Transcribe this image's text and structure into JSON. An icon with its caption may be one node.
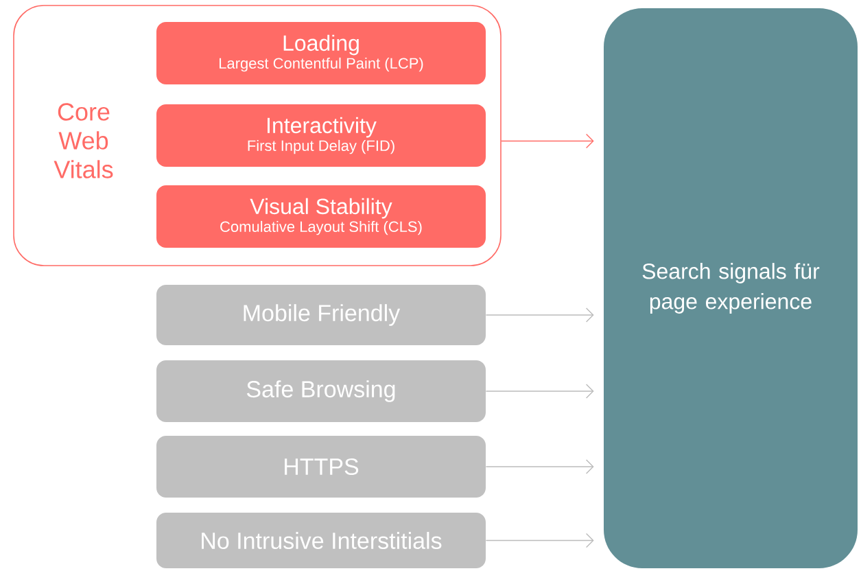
{
  "diagram": {
    "nodes": [
      {
        "text": [
          "Core Web Vitals"
        ]
      },
      {
        "text": [
          "Loading",
          "Largest Contentful Paint (LCP)"
        ],
        "in": 0
      },
      {
        "text": [
          "Interactivity",
          "First Input Delay (FID)"
        ],
        "in": 0
      },
      {
        "text": [
          "Visual Stability",
          "Comulative Layout Shift (CLS)"
        ],
        "in": 0
      },
      {
        "text": [
          "Mobile Friendly"
        ]
      },
      {
        "text": [
          "Safe Browsing"
        ]
      },
      {
        "text": [
          "HTTPS"
        ]
      },
      {
        "text": [
          "No Intrusive Interstitials"
        ]
      },
      {
        "text": [
          "Search signals für page experience"
        ]
      }
    ],
    "edges": [
      {
        "from": 0,
        "to": 8,
        "arrow": "to",
        "color": "#ff6b66"
      },
      {
        "from": 4,
        "to": 8,
        "arrow": "to"
      },
      {
        "from": 5,
        "to": 8,
        "arrow": "to"
      },
      {
        "from": 6,
        "to": 8,
        "arrow": "to"
      },
      {
        "from": 7,
        "to": 8,
        "arrow": "to"
      }
    ]
  }
}
